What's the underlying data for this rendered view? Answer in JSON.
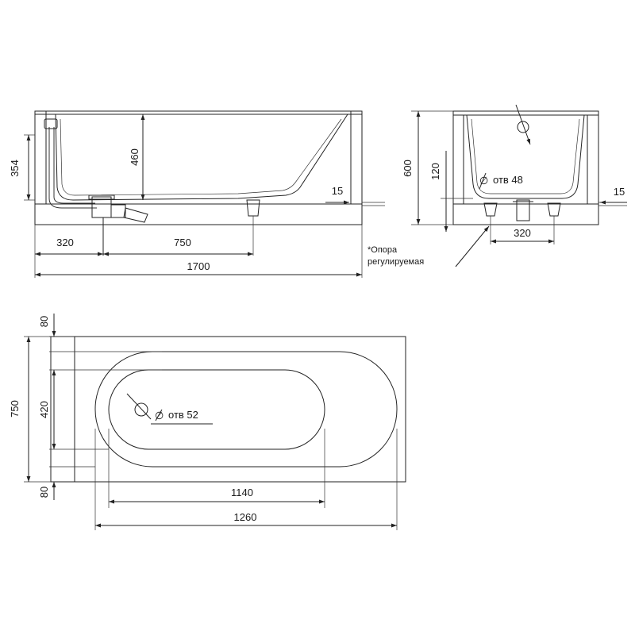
{
  "side_view": {
    "dims": {
      "height_354": "354",
      "depth_460": "460",
      "panel_15": "15",
      "drain_offset_320": "320",
      "leg_spacing_750": "750",
      "length_1700": "1700"
    }
  },
  "end_view": {
    "dims": {
      "height_600": "600",
      "overflow_120": "120",
      "panel_15": "15",
      "leg_spacing_320": "320"
    },
    "hole_label": "отв 48",
    "support_note_line1": "*Опора",
    "support_note_line2": "регулируемая"
  },
  "plan_view": {
    "dims": {
      "margin_top_80": "80",
      "width_750": "750",
      "inner_width_420": "420",
      "margin_bottom_80": "80",
      "inner_length_1140": "1140",
      "outer_length_1260": "1260"
    },
    "hole_label": "отв 52"
  },
  "symbols": {
    "diameter_symbol": "∅"
  }
}
